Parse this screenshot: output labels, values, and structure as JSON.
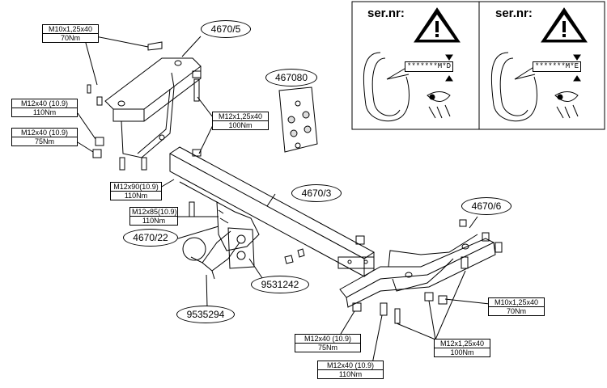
{
  "warnings": [
    {
      "title": "ser.nr:",
      "code": "*******M*D"
    },
    {
      "title": "ser.nr:",
      "code": "*******M*E"
    }
  ],
  "parts": {
    "p46705": "4670/5",
    "p467080": "467080",
    "p46703": "4670/3",
    "p46706": "4670/6",
    "p467022": "4670/22",
    "p9531242": "9531242",
    "p9535294": "9535294"
  },
  "torques": {
    "m10_left": {
      "size": "M10x1,25x40",
      "torque": "70Nm"
    },
    "m12x40_a": {
      "size": "M12x40 (10.9)",
      "torque": "110Nm"
    },
    "m12x40_b": {
      "size": "M12x40 (10.9)",
      "torque": "75Nm"
    },
    "m12x125_top": {
      "size": "M12x1,25x40",
      "torque": "100Nm"
    },
    "m12x90": {
      "size": "M12x90(10.9)",
      "torque": "110Nm"
    },
    "m12x85": {
      "size": "M12x85(10.9)",
      "torque": "110Nm"
    },
    "m10_right": {
      "size": "M10x1,25x40",
      "torque": "70Nm"
    },
    "m12x125_bot": {
      "size": "M12x1,25x40",
      "torque": "100Nm"
    },
    "m12x40_c": {
      "size": "M12x40 (10.9)",
      "torque": "75Nm"
    },
    "m12x40_d": {
      "size": "M12x40 (10.9)",
      "torque": "110Nm"
    }
  }
}
